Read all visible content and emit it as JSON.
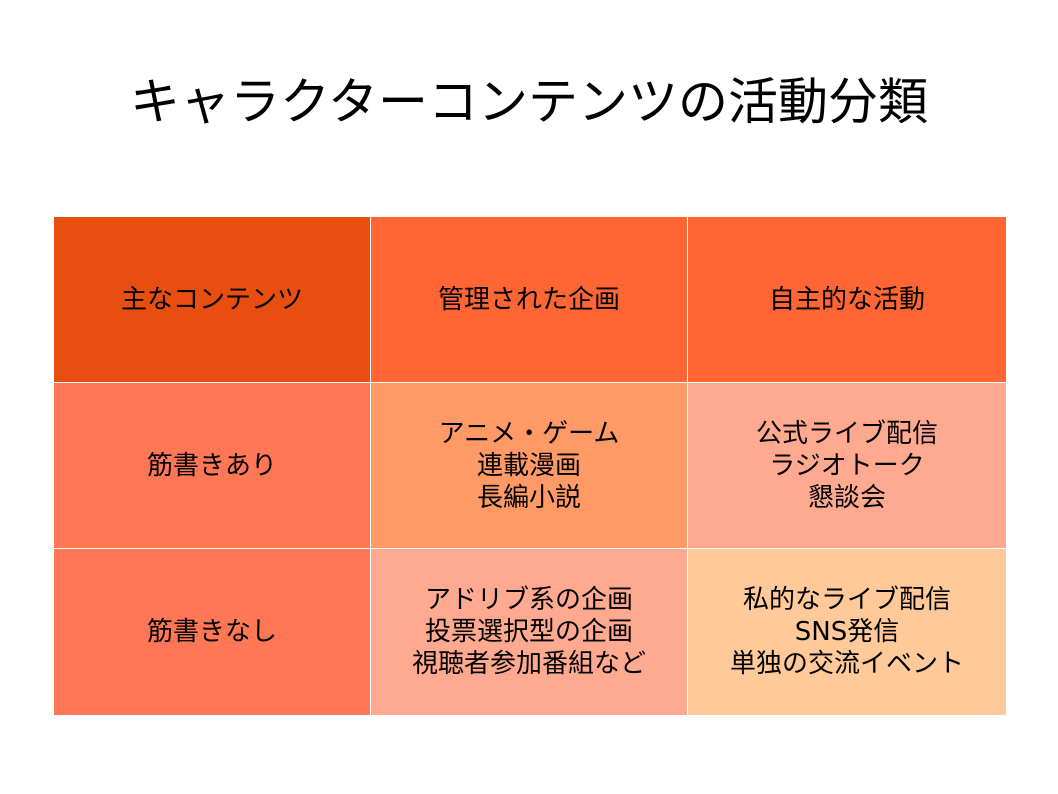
{
  "slide": {
    "title": "キャラクターコンテンツの活動分類"
  },
  "table": {
    "header": {
      "corner": "主なコンテンツ",
      "col1": "管理された企画",
      "col2": "自主的な活動"
    },
    "rows": [
      {
        "label": "筋書きあり",
        "col1": [
          "アニメ・ゲーム",
          "連載漫画",
          "長編小説"
        ],
        "col2": [
          "公式ライブ配信",
          "ラジオトーク",
          "懇談会"
        ]
      },
      {
        "label": "筋書きなし",
        "col1": [
          "アドリブ系の企画",
          "投票選択型の企画",
          "視聴者参加番組など"
        ],
        "col2": [
          "私的なライブ配信",
          "SNS発信",
          "単独の交流イベント"
        ]
      }
    ]
  },
  "colors": {
    "header_corner": "#e84e0f",
    "header": "#ff6633",
    "row_label": "#ff7755",
    "scripted_managed": "#ff9966",
    "scripted_voluntary": "#ffaa90",
    "unscripted_managed": "#ffaa90",
    "unscripted_voluntary": "#ffc999"
  }
}
